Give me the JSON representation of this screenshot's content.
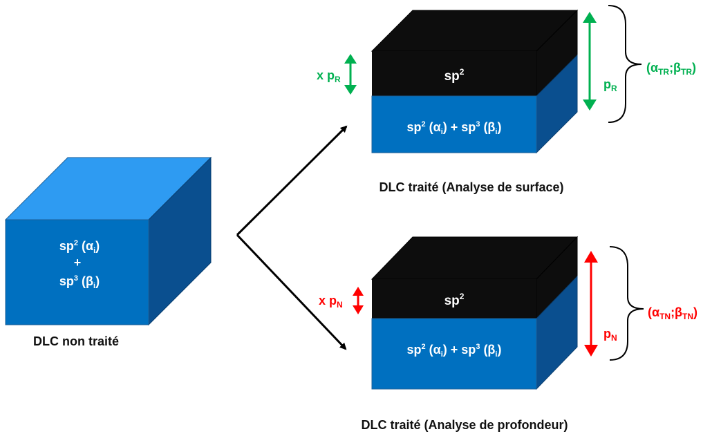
{
  "colors": {
    "front_blue": "#0070c0",
    "top_light_blue": "#2e9bf2",
    "side_dark_blue": "#0a4f8f",
    "black_layer": "#0d0d0d",
    "green": "#00b050",
    "red": "#ff0000"
  },
  "left_cube": {
    "line1_base": "sp",
    "line1_sup": "2",
    "line1_paren_open": " (α",
    "line1_sub": "i",
    "line1_paren_close": ")",
    "plus": "+",
    "line3_base": "sp",
    "line3_sup": "3",
    "line3_paren_open": " (β",
    "line3_sub": "i",
    "line3_paren_close": ")",
    "caption": "DLC non traité"
  },
  "top_cube": {
    "layer_base": "sp",
    "layer_sup": "2",
    "bulk_sp2": "sp",
    "bulk_sup2": "2",
    "bulk_alpha_open": " (α",
    "bulk_alpha_sub": "i",
    "bulk_alpha_close": ") + ",
    "bulk_sp3": "sp",
    "bulk_sup3": "3",
    "bulk_beta_open": " (β",
    "bulk_beta_sub": "i",
    "bulk_beta_close": ")",
    "layer_thickness_prefix": "x p",
    "layer_thickness_sub": "R",
    "total_thickness": "p",
    "total_thickness_sub": "R",
    "params_open": "(α",
    "params_alpha_sub": "TR",
    "params_sep": ";β",
    "params_beta_sub": "TR",
    "params_close": ")",
    "caption": "DLC traité (Analyse de surface)"
  },
  "bottom_cube": {
    "layer_base": "sp",
    "layer_sup": "2",
    "bulk_sp2": "sp",
    "bulk_sup2": "2",
    "bulk_alpha_open": " (α",
    "bulk_alpha_sub": "i",
    "bulk_alpha_close": ") + ",
    "bulk_sp3": "sp",
    "bulk_sup3": "3",
    "bulk_beta_open": " (β",
    "bulk_beta_sub": "i",
    "bulk_beta_close": ")",
    "layer_thickness_prefix": "x p",
    "layer_thickness_sub": "N",
    "total_thickness": "p",
    "total_thickness_sub": "N",
    "params_open": "(α",
    "params_alpha_sub": "TN",
    "params_sep": ";β",
    "params_beta_sub": "TN",
    "params_close": ")",
    "caption": "DLC traité (Analyse de profondeur)"
  }
}
